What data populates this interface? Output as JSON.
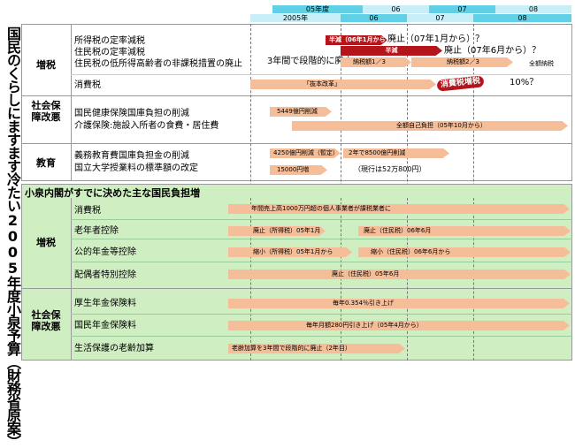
{
  "title": "国民のくらしにますます冷たい2005年度小泉予算（財務省原案）",
  "header": {
    "fiscal_years": [
      "05年度",
      "06",
      "07",
      "08"
    ],
    "calendar_years": [
      "2005年",
      "06",
      "07",
      "08"
    ]
  },
  "section1": {
    "categories": {
      "tax_up": "増税",
      "social_security": "社会保障改悪",
      "education": "教育"
    },
    "tax_items": [
      "所得税の定率減税",
      "住民税の定率減税",
      "住民税の低所得高齢者の非課税措置の廃止"
    ],
    "consumption_tax": "消費税",
    "ss_items": [
      "国民健康保険国庫負担の削減",
      "介護保険:施設入所者の食費・居住費"
    ],
    "edu_items": [
      "義務教育費国庫負担金の削減",
      "国立大学授業料の標準額の改定"
    ],
    "arrows": {
      "half_cut_income": "半減（06年1月から）",
      "half_cut_resident": "半減",
      "phase_out": "3年間で段階的に廃止",
      "tax_rate_1_3": "納税額1／3",
      "tax_rate_2_3": "納税額2／3",
      "full_tax": "全額納税",
      "radical_reform": "「抜本改革」",
      "consumption_hike": "消費税増税",
      "nhi_cut": "5449億円削減",
      "ltc_full": "全額自己負担（05年10月から）",
      "edu_cut_provisional": "4250億円削減（暫定）",
      "edu_cut_two_year": "2年で8500億円削減",
      "tuition": "15000円増",
      "tuition_current": "（現行は52万800円）"
    },
    "notes": {
      "abolish_income": "廃止（07年1月から）？",
      "abolish_resident": "廃止（07年6月から）？",
      "ten_percent": "10%？"
    }
  },
  "section2": {
    "heading": "小泉内閣がすでに決めた主な国民負担増",
    "categories": {
      "tax_up": "増税",
      "social_security": "社会保障改悪"
    },
    "tax_items": [
      "消費税",
      "老年者控除",
      "公的年金等控除",
      "配偶者特別控除"
    ],
    "ss_items": [
      "厚生年金保険料",
      "国民年金保険料",
      "生活保護の老齢加算"
    ],
    "arrows": {
      "consumption": "年間売上高1000万円超の個人事業者が課税業者に",
      "elderly_income": "廃止（所得税）05年1月",
      "elderly_resident": "廃止（住民税）06年6月",
      "pension_income": "縮小（所得税）05年1月から",
      "pension_resident": "縮小（住民税）06年6月から",
      "spouse": "廃止（住民税）05年6月",
      "employee_pension": "毎年0.354％引き上げ",
      "national_pension": "毎年月額280円引き上げ（05年4月から）",
      "welfare": "老齢加算を3年間で段階的に廃止（2年目）"
    }
  }
}
